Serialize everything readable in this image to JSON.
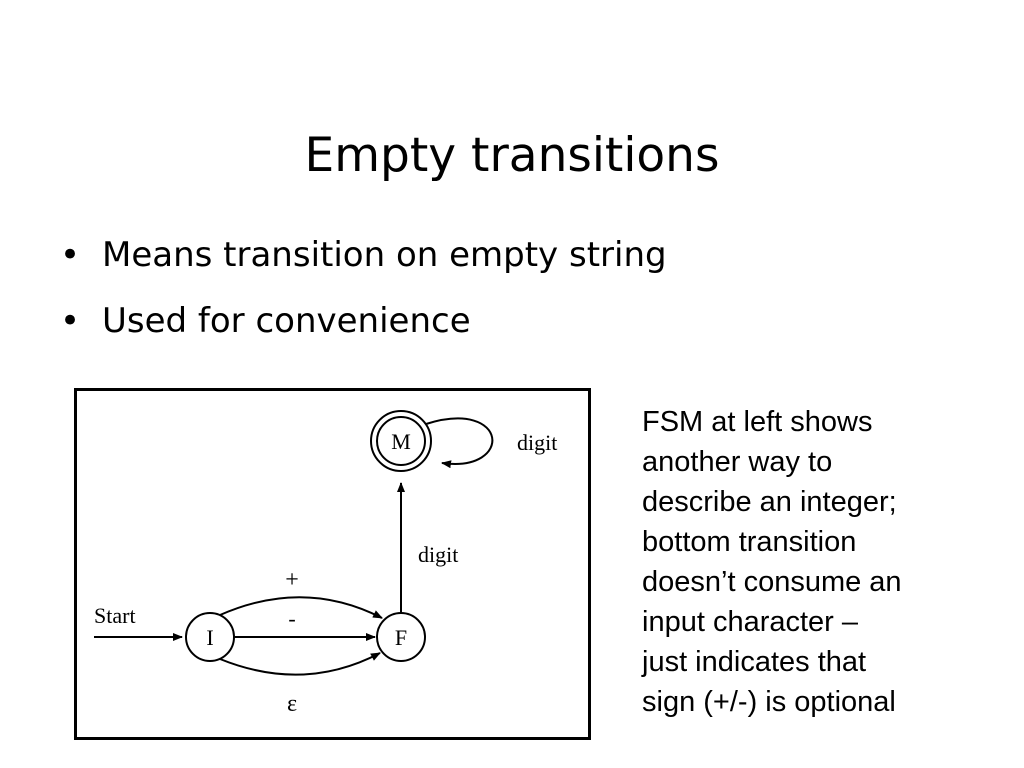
{
  "slide": {
    "title": "Empty transitions",
    "bullets": [
      "Means transition on empty string",
      "Used for convenience"
    ],
    "bullet_symbol": "•"
  },
  "diagram": {
    "states": {
      "M": "M",
      "I": "I",
      "F": "F"
    },
    "labels": {
      "start": "Start",
      "plus": "+",
      "minus": "-",
      "epsilon": "ε",
      "digit_up": "digit",
      "digit_loop": "digit"
    }
  },
  "note": {
    "lines": [
      "FSM at left shows",
      "another way to",
      "describe an integer;",
      "bottom transition",
      "doesn’t consume an",
      "input character –",
      "just indicates that",
      "sign (+/-) is optional"
    ]
  }
}
